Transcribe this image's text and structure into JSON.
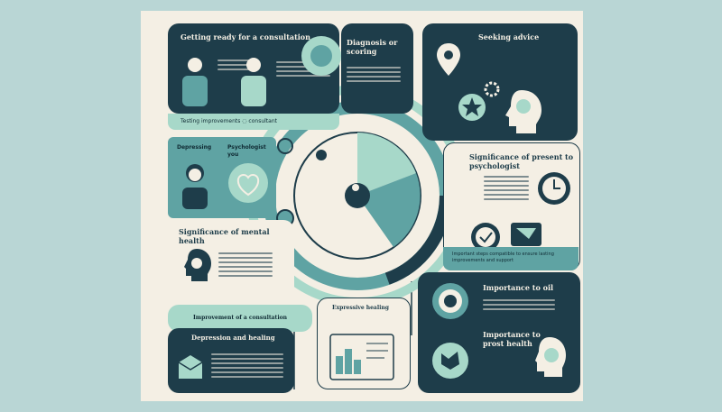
{
  "panels": {
    "consultation_ready": {
      "title": "Getting ready for a consultation",
      "footer": "Testing improvements ◌ consultant"
    },
    "diagnosis": {
      "title": "Diagnosis or scoring"
    },
    "seeking": {
      "title": "Seeking advice"
    },
    "depressing": {
      "label_left": "Depressing",
      "label_right": "Psychologist you"
    },
    "significance_psychologist": {
      "title": "Significance of present to psychologist"
    },
    "significance_mental": {
      "title": "Significance of mental health"
    },
    "importance_oil": {
      "title": "Importance to oil"
    },
    "importance_health": {
      "title": "Importance to prost health"
    },
    "improvement_consult": {
      "title": "Improvement of a consultation"
    },
    "depression_healing": {
      "title": "Depression and healing"
    },
    "expressive_healing": {
      "title": "Expressive healing"
    },
    "teal_caption": {
      "text": "Important steps compatible to ensure lasting improvements and support"
    }
  },
  "colors": {
    "navy": "#1e3d4a",
    "teal": "#5fa3a3",
    "mint": "#a7d8c9",
    "cream": "#f4efe4",
    "background": "#b9d6d5"
  },
  "icons": [
    "person-icon",
    "location-pin-icon",
    "head-profile-icon",
    "star-icon",
    "gear-icon",
    "clock-icon",
    "checkmark-icon",
    "heart-icon",
    "bar-chart-icon",
    "target-icon",
    "puzzle-icon"
  ]
}
